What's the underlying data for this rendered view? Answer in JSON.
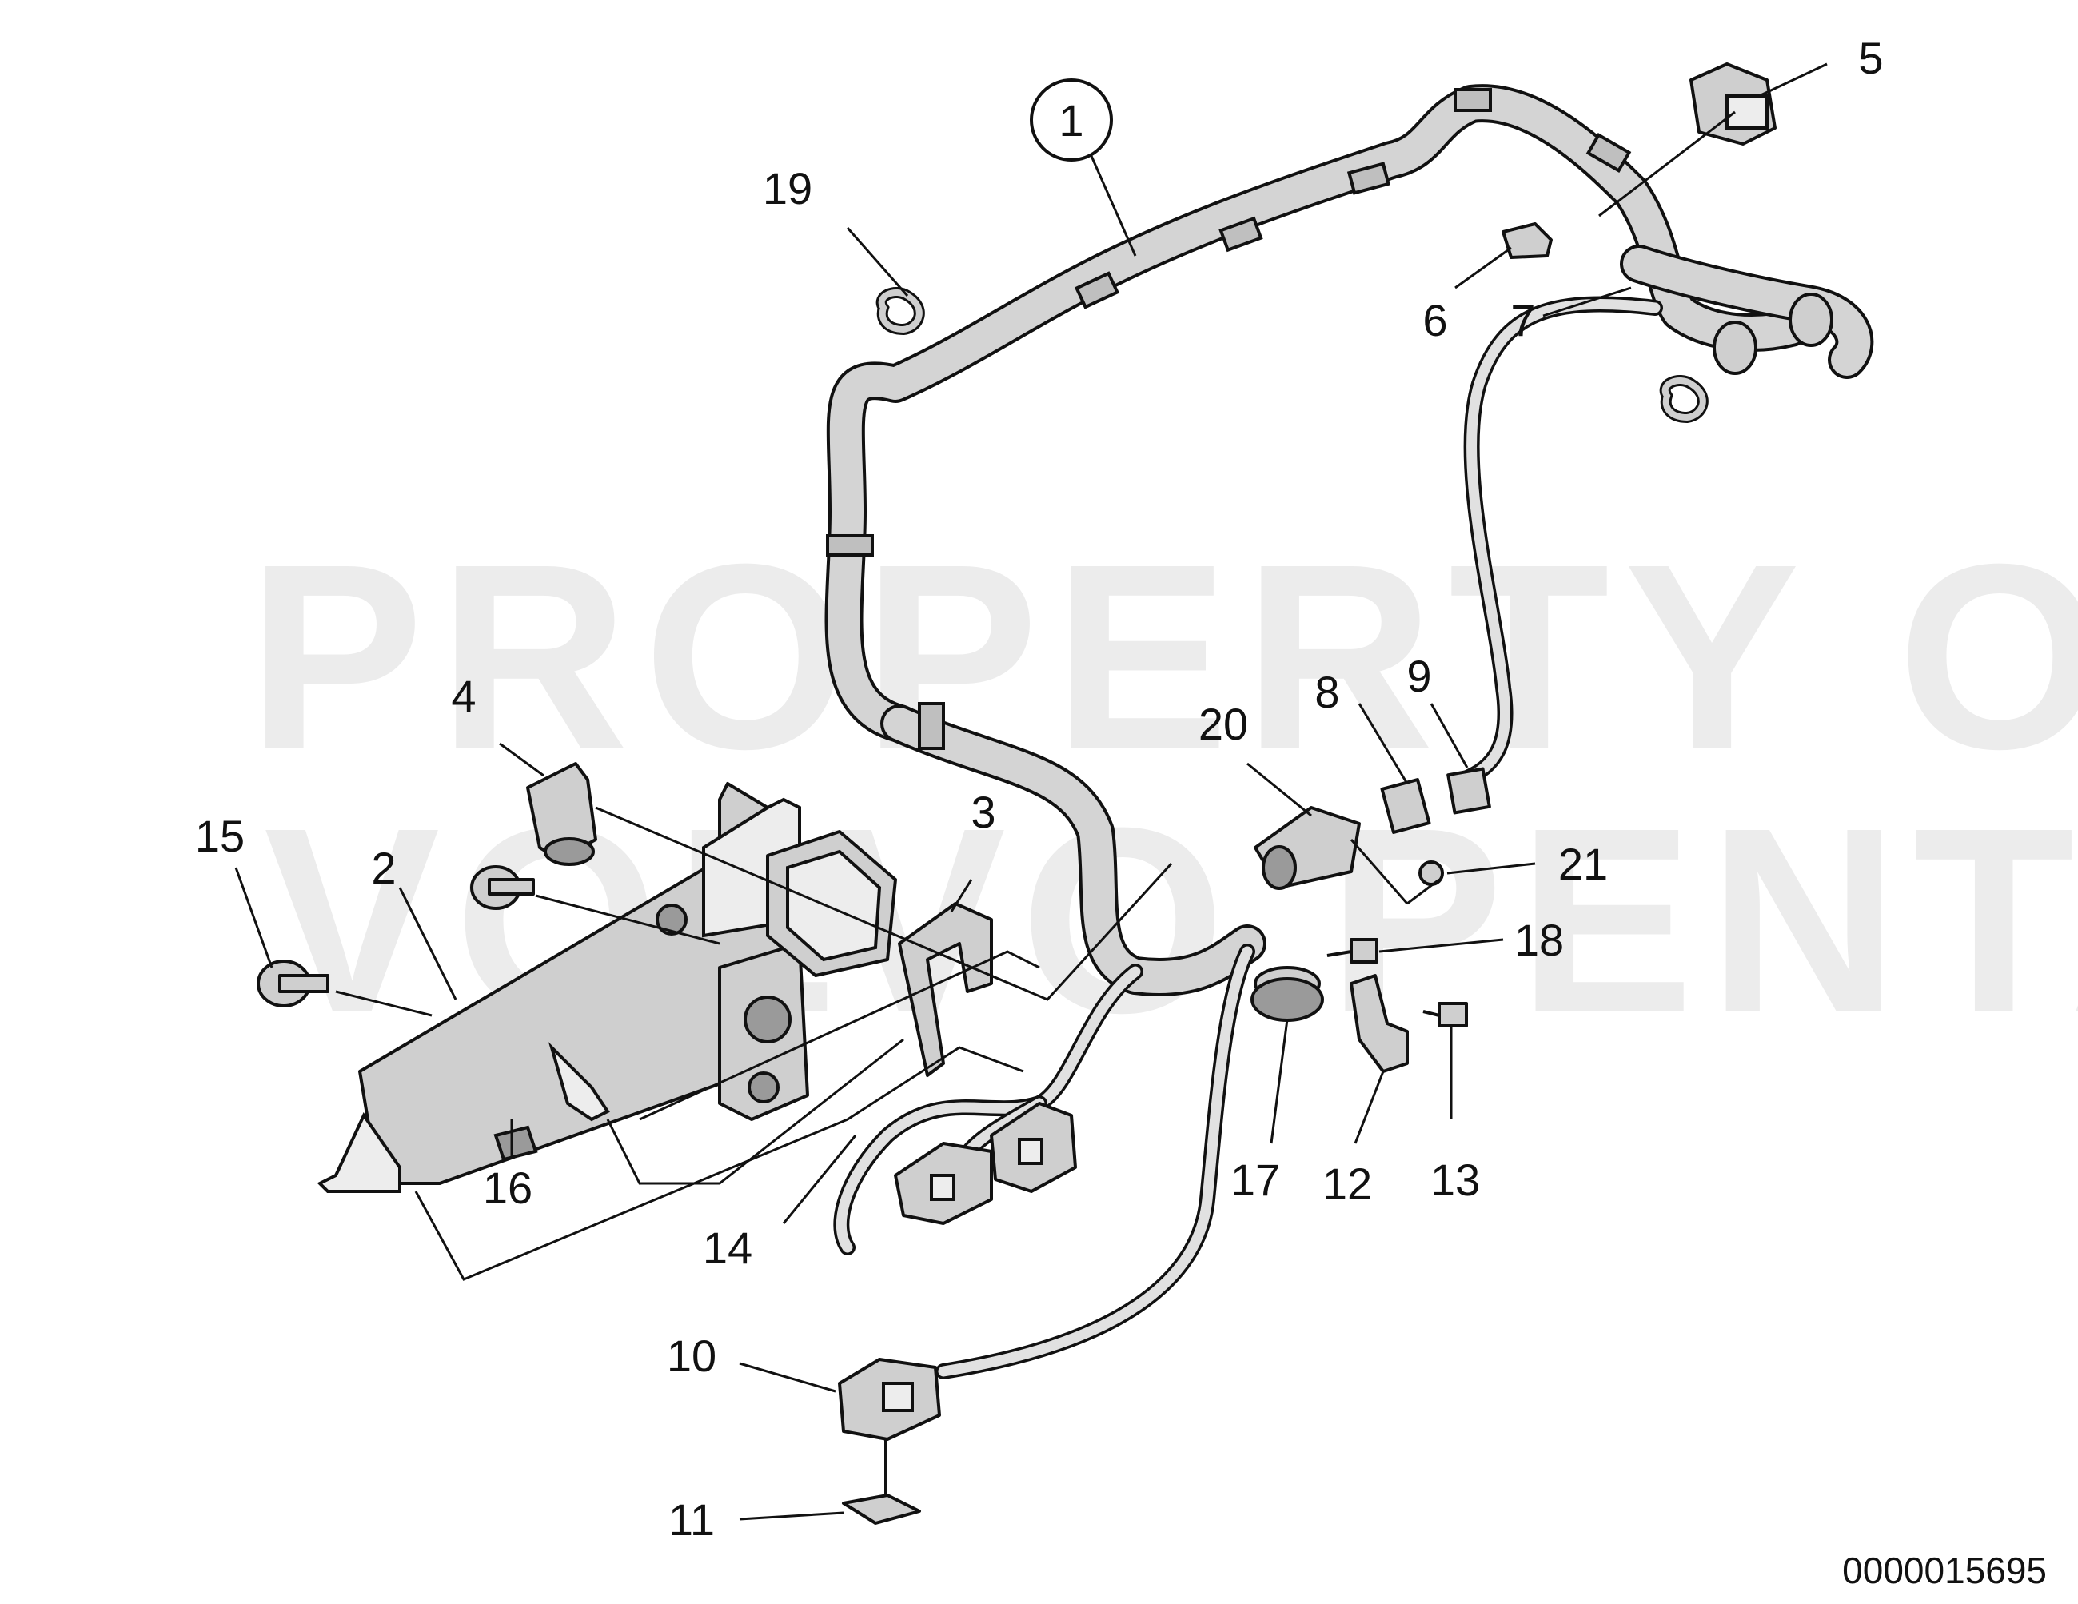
{
  "watermark": {
    "line1": "PROPERTY OF",
    "line2": "VOLVO PENTA"
  },
  "callouts": [
    "1",
    "2",
    "3",
    "4",
    "5",
    "6",
    "7",
    "8",
    "9",
    "10",
    "11",
    "12",
    "13",
    "14",
    "15",
    "16",
    "17",
    "18",
    "19",
    "20",
    "21"
  ],
  "document_number": "0000015695"
}
